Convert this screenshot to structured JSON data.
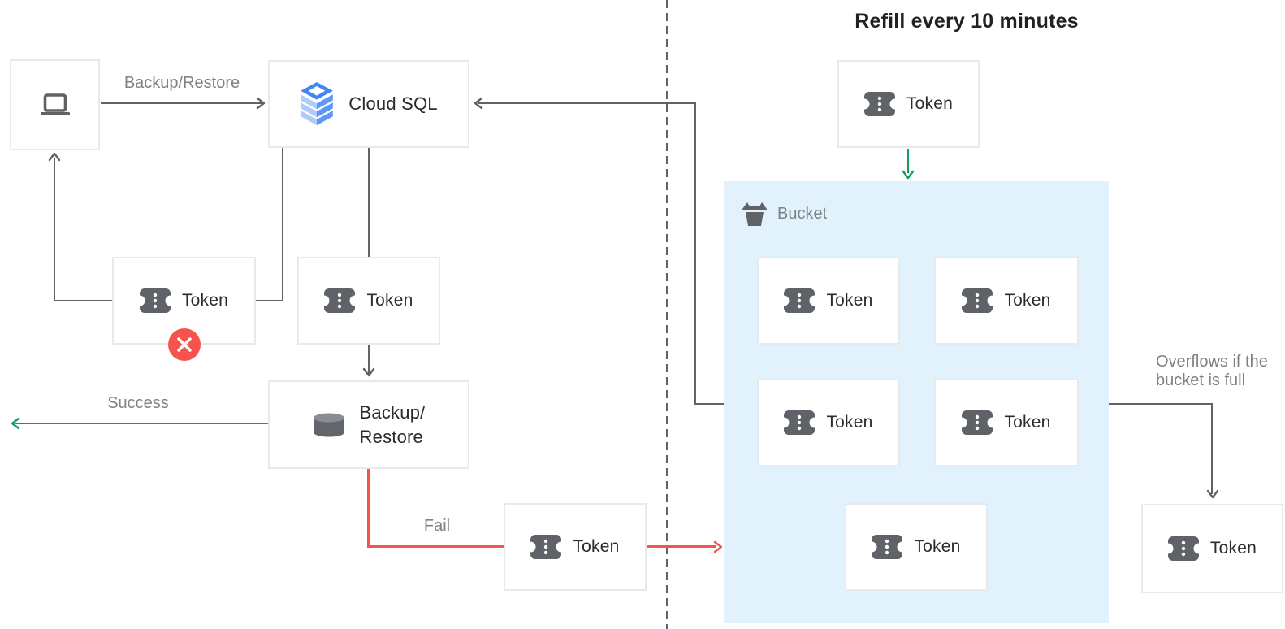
{
  "title": "Refill every 10 minutes",
  "nodes": {
    "client": {
      "icon": "laptop"
    },
    "cloud_sql": {
      "label": "Cloud SQL"
    },
    "backup_restore": {
      "line1": "Backup/",
      "line2": "Restore"
    },
    "token_label": "Token",
    "bucket_label": "Bucket"
  },
  "edges": {
    "request_label": "Backup/Restore",
    "success_label": "Success",
    "fail_label": "Fail",
    "overflow_line1": "Overflows if the",
    "overflow_line2": "bucket is full"
  },
  "colors": {
    "line_gray": "#5f6368",
    "success_green": "#0f9d58",
    "fail_red": "#f4544c",
    "badge_red": "#f4544c",
    "bucket_fill": "#e1f2fc",
    "cloud_sql_blue": "#4285f4",
    "cloud_sql_light_blue": "#aecbfa",
    "icon_gray": "#5f6368",
    "secondary_text": "#7d8287"
  }
}
